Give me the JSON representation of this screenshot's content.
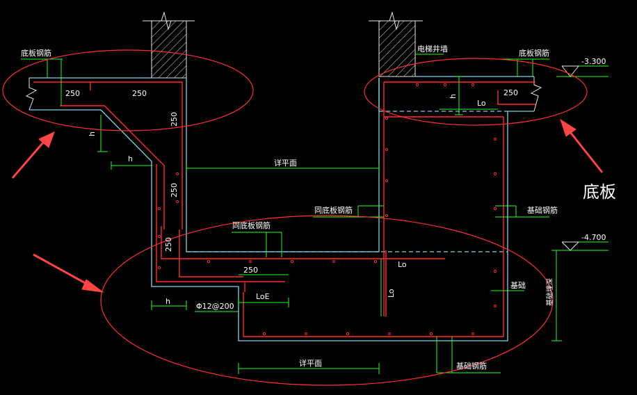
{
  "labels": {
    "slab_rebar_left": "底板钢筋",
    "slab_rebar_right": "底板钢筋",
    "elevator_wall": "电梯井墙",
    "elev_top": "-3.300",
    "elev_bottom": "-4.700",
    "dim_250_a": "250",
    "dim_250_b": "250",
    "dim_250_c": "250",
    "dim_250_d": "250",
    "dim_250_e": "250",
    "dim_250_f": "250",
    "dim_250_g": "250",
    "dim_h_a": "h",
    "dim_h_b": "h",
    "dim_h_c": "h",
    "dim_h_d": "h",
    "lo_a": "Lo",
    "lo_b": "Lo",
    "lo_c": "Lo",
    "loe": "LoE",
    "phi_spec": "Φ12@200",
    "see_plan_top": "详平面",
    "see_plan_bottom": "详平面",
    "same_slab_rebar_a": "同底板钢筋",
    "same_slab_rebar_b": "同底板钢筋",
    "foundation_rebar_a": "基础钢筋",
    "foundation_rebar_b": "基础钢筋",
    "foundation": "基础",
    "foundation_depth": "基础埋深",
    "base_slab": "底板"
  },
  "colors": {
    "background": "#000000",
    "outline": "#7fd4e6",
    "rebar": "#ff2a2a",
    "dimension": "#22ff22",
    "wall": "#e6e6e6",
    "leader": "#e6e600",
    "callout_arrow": "#ff4444"
  }
}
